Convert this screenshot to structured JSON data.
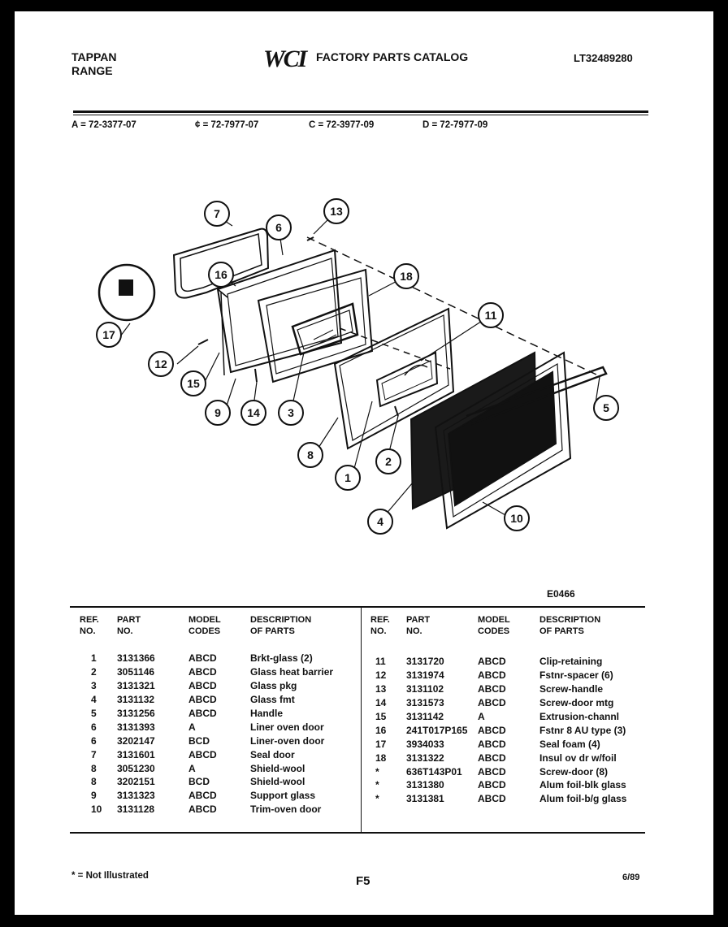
{
  "header": {
    "brand_line1": "TAPPAN",
    "brand_line2": "RANGE",
    "logo_text": "WCI",
    "catalog_title": "FACTORY PARTS CATALOG",
    "catalog_number": "LT32489280"
  },
  "models": [
    "A = 72-3377-07",
    "¢ = 72-7977-07",
    "C = 72-3977-09",
    "D = 72-7977-09"
  ],
  "diagram": {
    "callouts": [
      "7",
      "6",
      "13",
      "16",
      "18",
      "17",
      "11",
      "12",
      "15",
      "9",
      "14",
      "3",
      "5",
      "8",
      "2",
      "1",
      "4",
      "10"
    ]
  },
  "diagram_code": "E0466",
  "table": {
    "headers": {
      "ref": [
        "REF.",
        "NO."
      ],
      "part": [
        "PART",
        "NO."
      ],
      "model": [
        "MODEL",
        "CODES"
      ],
      "desc": [
        "DESCRIPTION",
        "OF PARTS"
      ]
    },
    "left_rows": [
      {
        "ref": "1",
        "part": "3131366",
        "model": "ABCD",
        "desc": "Brkt-glass (2)"
      },
      {
        "ref": "2",
        "part": "3051146",
        "model": "ABCD",
        "desc": "Glass heat barrier"
      },
      {
        "ref": "3",
        "part": "3131321",
        "model": "ABCD",
        "desc": "Glass pkg"
      },
      {
        "ref": "4",
        "part": "3131132",
        "model": "ABCD",
        "desc": "Glass fmt"
      },
      {
        "ref": "5",
        "part": "3131256",
        "model": "ABCD",
        "desc": "Handle"
      },
      {
        "ref": "6",
        "part": "3131393",
        "model": "A",
        "desc": "Liner oven door"
      },
      {
        "ref": "6",
        "part": "3202147",
        "model": "BCD",
        "desc": "Liner-oven door"
      },
      {
        "ref": "7",
        "part": "3131601",
        "model": "ABCD",
        "desc": "Seal door"
      },
      {
        "ref": "8",
        "part": "3051230",
        "model": "A",
        "desc": "Shield-wool"
      },
      {
        "ref": "8",
        "part": "3202151",
        "model": "BCD",
        "desc": "Shield-wool"
      },
      {
        "ref": "9",
        "part": "3131323",
        "model": "ABCD",
        "desc": "Support glass"
      },
      {
        "ref": "10",
        "part": "3131128",
        "model": "ABCD",
        "desc": "Trim-oven door"
      }
    ],
    "right_rows": [
      {
        "ref": "11",
        "part": "3131720",
        "model": "ABCD",
        "desc": "Clip-retaining"
      },
      {
        "ref": "12",
        "part": "3131974",
        "model": "ABCD",
        "desc": "Fstnr-spacer (6)"
      },
      {
        "ref": "13",
        "part": "3131102",
        "model": "ABCD",
        "desc": "Screw-handle"
      },
      {
        "ref": "14",
        "part": "3131573",
        "model": "ABCD",
        "desc": "Screw-door mtg"
      },
      {
        "ref": "15",
        "part": "3131142",
        "model": "A",
        "desc": "Extrusion-channl"
      },
      {
        "ref": "16",
        "part": "241T017P165",
        "model": "ABCD",
        "desc": "Fstnr 8 AU type (3)"
      },
      {
        "ref": "17",
        "part": "3934033",
        "model": "ABCD",
        "desc": "Seal foam (4)"
      },
      {
        "ref": "18",
        "part": "3131322",
        "model": "ABCD",
        "desc": "Insul ov dr w/foil"
      },
      {
        "ref": "*",
        "part": "636T143P01",
        "model": "ABCD",
        "desc": "Screw-door (8)"
      },
      {
        "ref": "*",
        "part": "3131380",
        "model": "ABCD",
        "desc": "Alum foil-blk glass"
      },
      {
        "ref": "*",
        "part": "3131381",
        "model": "ABCD",
        "desc": "Alum foil-b/g glass"
      }
    ]
  },
  "footer": {
    "note": "* = Not Illustrated",
    "page": "F5",
    "date": "6/89"
  }
}
